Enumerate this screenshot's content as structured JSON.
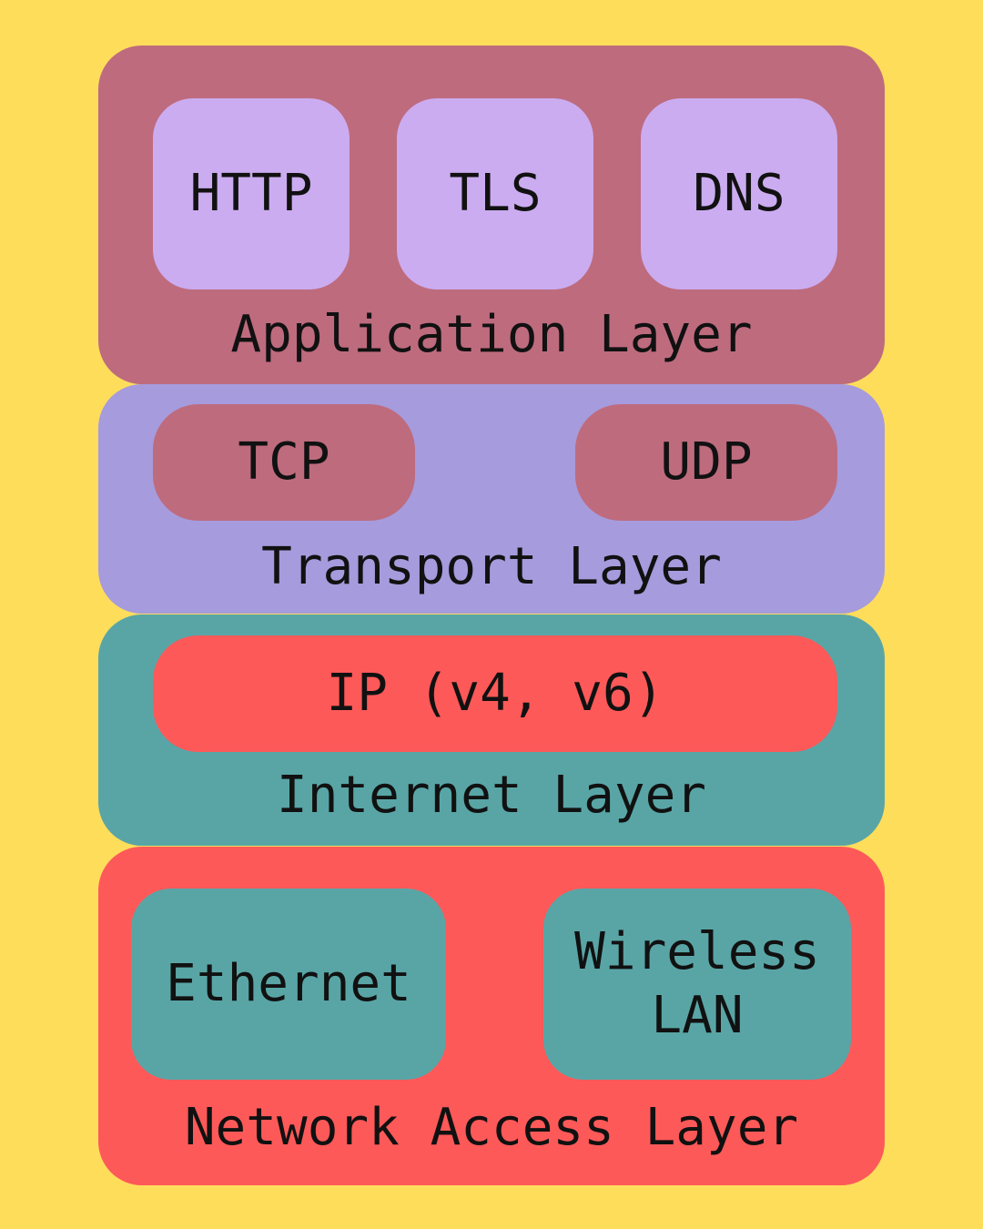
{
  "colors": {
    "background": "#FEDD5B",
    "application": "#BE6B7E",
    "transport": "#A69BDC",
    "internet": "#59A5A6",
    "network": "#FE5959",
    "protocol_light": "#CBACF0"
  },
  "layers": {
    "application": {
      "label": "Application Layer",
      "items": [
        "HTTP",
        "TLS",
        "DNS"
      ]
    },
    "transport": {
      "label": "Transport Layer",
      "items": [
        "TCP",
        "UDP"
      ]
    },
    "internet": {
      "label": "Internet Layer",
      "items": [
        "IP (v4, v6)"
      ]
    },
    "network": {
      "label": "Network Access Layer",
      "items": [
        "Ethernet",
        "Wireless LAN"
      ]
    }
  }
}
